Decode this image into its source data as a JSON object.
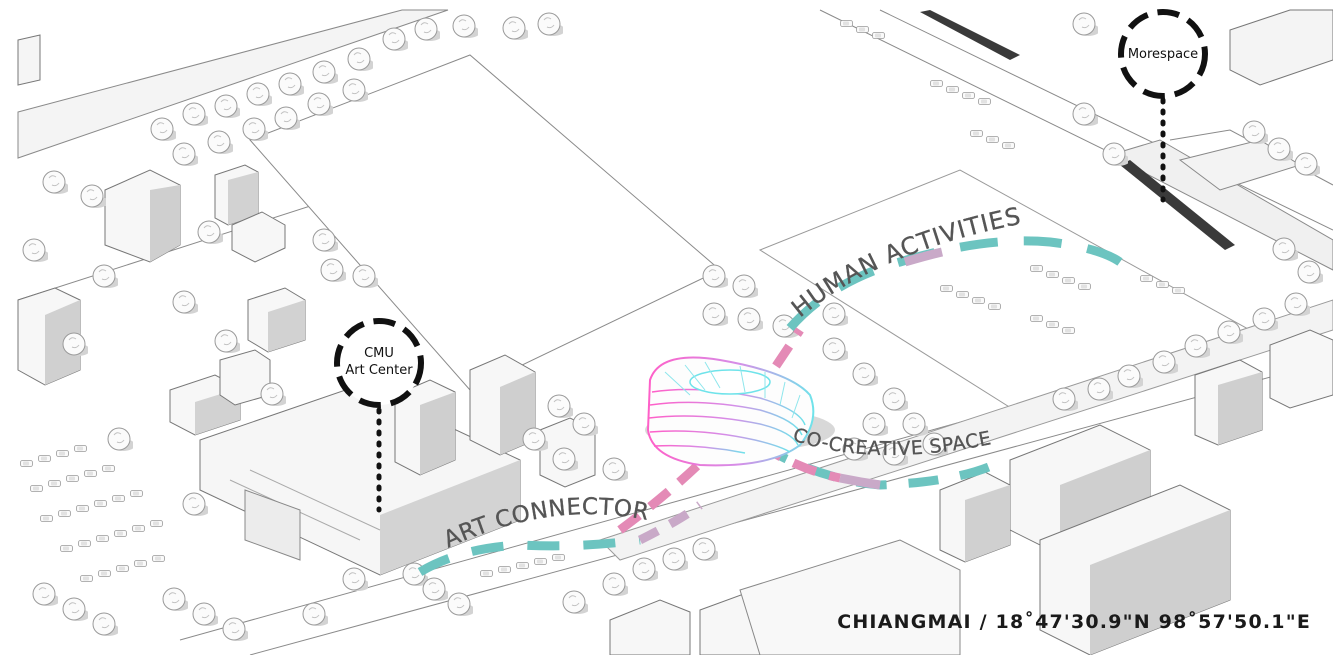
{
  "markers": {
    "morespace": {
      "label": "Morespace"
    },
    "cmu": {
      "line1": "CMU",
      "line2": "Art Center"
    }
  },
  "path_labels": {
    "human": "HUMAN ACTIVITIES",
    "cocreative": "CO-CREATIVE SPACE",
    "art": "ART CONNECTOR"
  },
  "location": "CHIANGMAI / 18˚47'30.9\"N 98˚57'50.1\"E",
  "colors": {
    "teal": "#6cc4c0",
    "pink": "#e48ab6",
    "lavender": "#c9a9c8",
    "building_fill": "#f7f7f7",
    "building_side": "#d2d2d2",
    "shadow": "#cdcdcd",
    "line": "#8a8a8a"
  }
}
